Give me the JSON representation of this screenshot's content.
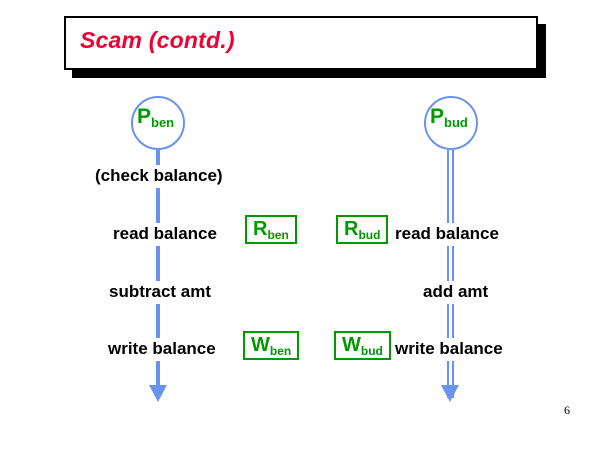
{
  "slide": {
    "title": "Scam (contd.)",
    "title_color": "#ee0033",
    "page_number": "6"
  },
  "colors": {
    "line_blue": "#6a93ee",
    "op_green": "#009900",
    "text_black": "#000000",
    "title_red": "#ee0033"
  },
  "diagram": {
    "type": "sequence-lifeline",
    "processes": [
      {
        "id": "ben",
        "name_base": "P",
        "name_sub": "ben",
        "lifeline_style": "single",
        "side": "left"
      },
      {
        "id": "bud",
        "name_base": "P",
        "name_sub": "bud",
        "lifeline_style": "double",
        "side": "right"
      }
    ],
    "left_steps": [
      {
        "label": "(check balance)",
        "box": null
      },
      {
        "label": "read  balance",
        "box": {
          "base": "R",
          "sub": "ben"
        }
      },
      {
        "label": "subtract amt",
        "box": null
      },
      {
        "label": "write balance",
        "box": {
          "base": "W",
          "sub": "ben"
        }
      }
    ],
    "right_steps": [
      {
        "label": "read balance",
        "box": {
          "base": "R",
          "sub": "bud"
        }
      },
      {
        "label": "add amt",
        "box": null
      },
      {
        "label": "write balance",
        "box": {
          "base": "W",
          "sub": "bud"
        }
      }
    ]
  },
  "labels": {
    "check_balance": "(check balance)",
    "read_balance_left": "read  balance",
    "subtract_amt": "subtract amt",
    "write_balance_left": "write balance",
    "read_balance_right": "read balance",
    "add_amt": "add amt",
    "write_balance_right": "write balance"
  },
  "boxes": {
    "r_ben": {
      "base": "R",
      "sub": "ben"
    },
    "w_ben": {
      "base": "W",
      "sub": "ben"
    },
    "r_bud": {
      "base": "R",
      "sub": "bud"
    },
    "w_bud": {
      "base": "W",
      "sub": "bud"
    }
  },
  "circles": {
    "ben": {
      "base": "P",
      "sub": "ben"
    },
    "bud": {
      "base": "P",
      "sub": "bud"
    }
  }
}
